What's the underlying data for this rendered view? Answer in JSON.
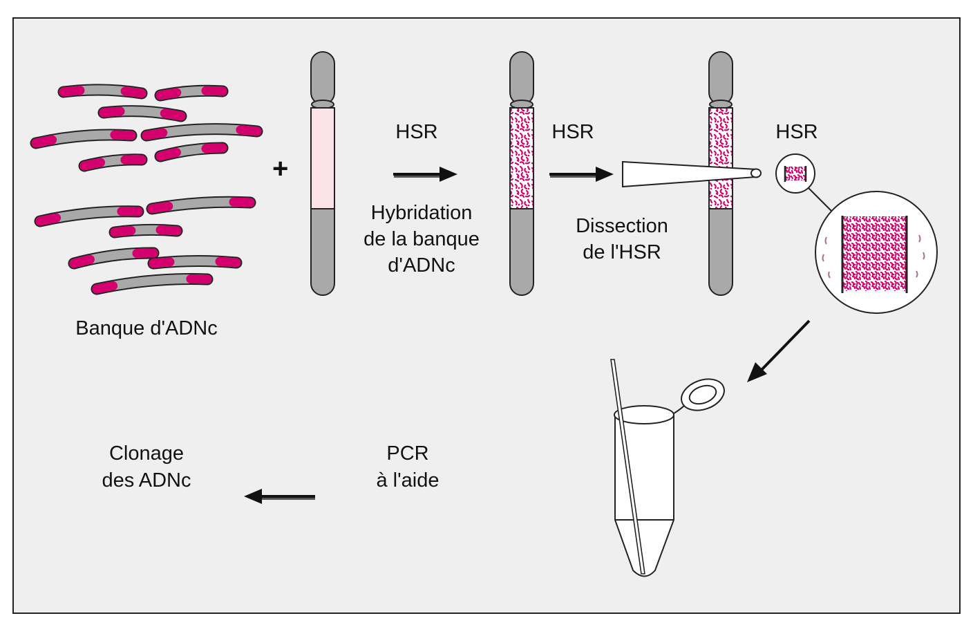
{
  "colors": {
    "background": "#efefef",
    "border": "#222222",
    "gray": "#a9a9a9",
    "magenta": "#d4006e",
    "light_pink": "#fbe3e8",
    "white": "#ffffff"
  },
  "labels": {
    "library": "Banque d'ADNc",
    "plus": "+",
    "hsr_1": "HSR",
    "hsr_2": "HSR",
    "hsr_3": "HSR",
    "hybridation": [
      "Hybridation",
      "de la banque",
      "d'ADNc"
    ],
    "dissection": [
      "Dissection",
      "de l'HSR"
    ],
    "pcr": [
      "PCR",
      "à l'aide"
    ],
    "clonage": [
      "Clonage",
      "des ADNc"
    ]
  },
  "icons": {
    "cdna": "cdna-fragment-icon",
    "chromosome": "chromosome-icon",
    "pipette": "micropipette-icon",
    "magnifier": "magnifier-circle-icon",
    "tube": "eppendorf-tube-icon",
    "arrow": "arrow-icon"
  }
}
